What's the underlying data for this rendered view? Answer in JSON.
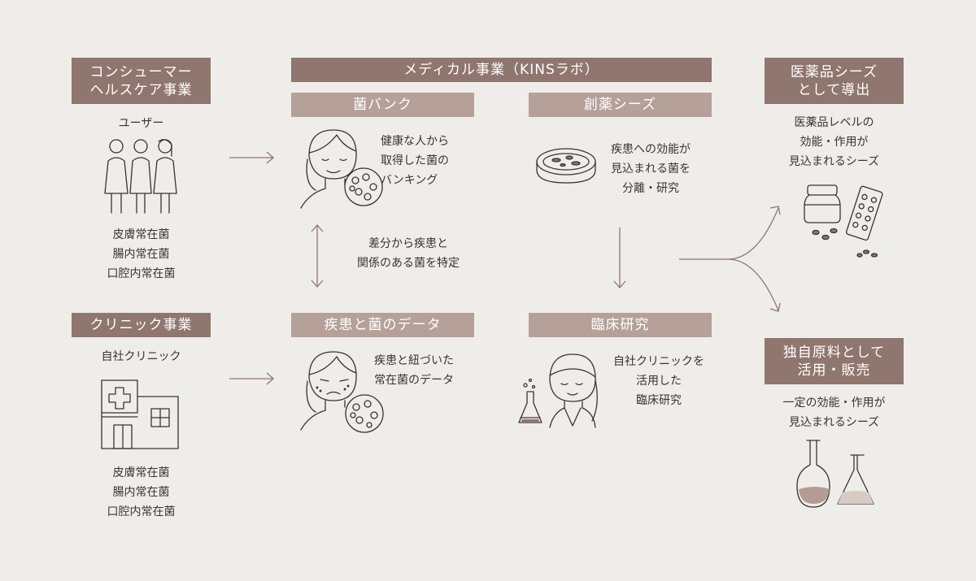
{
  "left": {
    "consumer": {
      "title": "コンシューマー\nヘルスケア事業",
      "subtitle": "ユーザー",
      "bacteria": "皮膚常在菌\n腸内常在菌\n口腔内常在菌"
    },
    "clinic": {
      "title": "クリニック事業",
      "subtitle": "自社クリニック",
      "bacteria": "皮膚常在菌\n腸内常在菌\n口腔内常在菌"
    }
  },
  "medical": {
    "header": "メディカル事業（KINSラボ）",
    "bank": {
      "title": "菌バンク",
      "desc": "健康な人から\n取得した菌の\nバンキング"
    },
    "compare": "差分から疾患と\n関係のある菌を特定",
    "disease": {
      "title": "疾患と菌のデータ",
      "desc": "疾患と紐づいた\n常在菌のデータ"
    },
    "seeds": {
      "title": "創薬シーズ",
      "desc": "疾患への効能が\n見込まれる菌を\n分離・研究"
    },
    "clinical": {
      "title": "臨床研究",
      "desc": "自社クリニックを\n活用した\n臨床研究"
    }
  },
  "right": {
    "pharma": {
      "title": "医薬品シーズ\nとして導出",
      "desc": "医薬品レベルの\n効能・作用が\n見込まれるシーズ"
    },
    "ingredient": {
      "title": "独自原料として\n活用・販売",
      "desc": "一定の効能・作用が\n見込まれるシーズ"
    }
  },
  "colors": {
    "background": "#efedea",
    "dark_label": "#8f766e",
    "light_label": "#b5a19a",
    "text": "#3a3330"
  }
}
